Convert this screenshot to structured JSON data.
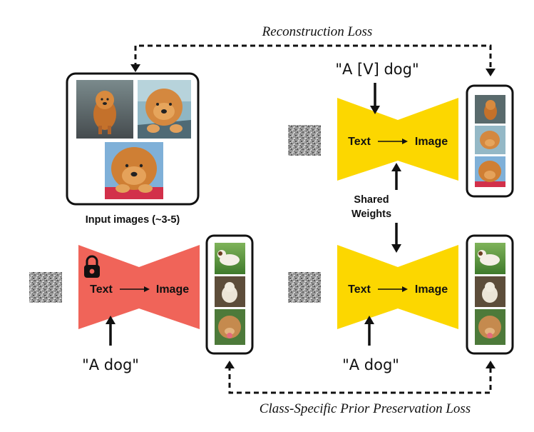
{
  "losses": {
    "reconstruction": "Reconstruction Loss",
    "prior_preservation": "Class-Specific Prior Preservation Loss"
  },
  "input_images": {
    "caption": "Input images (~3-5)"
  },
  "networks": {
    "text_label": "Text",
    "image_label": "Image",
    "frozen_color": "#f06459",
    "trained_color": "#fcd700"
  },
  "prompts": {
    "subject": "\"A [V] dog\"",
    "class_left": "\"A dog\"",
    "class_right": "\"A dog\""
  },
  "shared_weights": {
    "line1": "Shared",
    "line2": "Weights"
  },
  "icons": {
    "lock": "lock-icon"
  }
}
